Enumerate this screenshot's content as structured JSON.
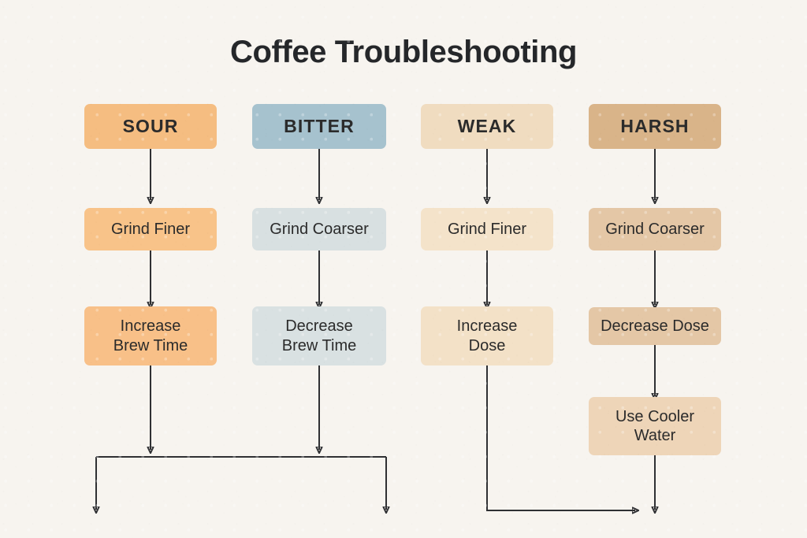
{
  "page": {
    "title": "Coffee Troubleshooting",
    "background_color": "#f7f4ef",
    "text_color": "#2b2b2b",
    "connector_color": "#2f3033"
  },
  "columns": [
    {
      "id": "sour",
      "header": {
        "label": "SOUR",
        "color": "#f5bd81"
      },
      "steps": [
        {
          "label": "Grind Finer",
          "color": "#f8c389"
        },
        {
          "label": "Increase\nBrew Time",
          "line1": "Increase",
          "line2": "Brew Time",
          "color": "#f8c088"
        }
      ]
    },
    {
      "id": "bitter",
      "header": {
        "label": "BITTER",
        "color": "#a6c2ce"
      },
      "steps": [
        {
          "label": "Grind Coarser",
          "color": "#d8e0e1"
        },
        {
          "label": "Decrease\nBrew Time",
          "line1": "Decrease",
          "line2": "Brew Time",
          "color": "#d9e1e2"
        }
      ]
    },
    {
      "id": "weak",
      "header": {
        "label": "WEAK",
        "color": "#f0dcc0"
      },
      "steps": [
        {
          "label": "Grind Finer",
          "color": "#f4e3ca"
        },
        {
          "label": "Increase\nDose",
          "line1": "Increase",
          "line2": "Dose",
          "color": "#f3e1c7"
        }
      ]
    },
    {
      "id": "harsh",
      "header": {
        "label": "HARSH",
        "color": "#d9b489"
      },
      "steps": [
        {
          "label": "Grind Coarser",
          "color": "#e4c7a6"
        },
        {
          "label": "Decrease Dose",
          "color": "#e4c7a6"
        },
        {
          "label": "Use Cooler\nWater",
          "line1": "Use Cooler",
          "line2": "Water",
          "color": "#eed5b8"
        }
      ]
    }
  ],
  "flow_arrows": {
    "description": "vertical arrows between stacked steps, plus bottom merge rails",
    "merge_left_label": "sour-bitter-merge-rail",
    "merge_right_label": "weak-harsh-merge-rail"
  }
}
